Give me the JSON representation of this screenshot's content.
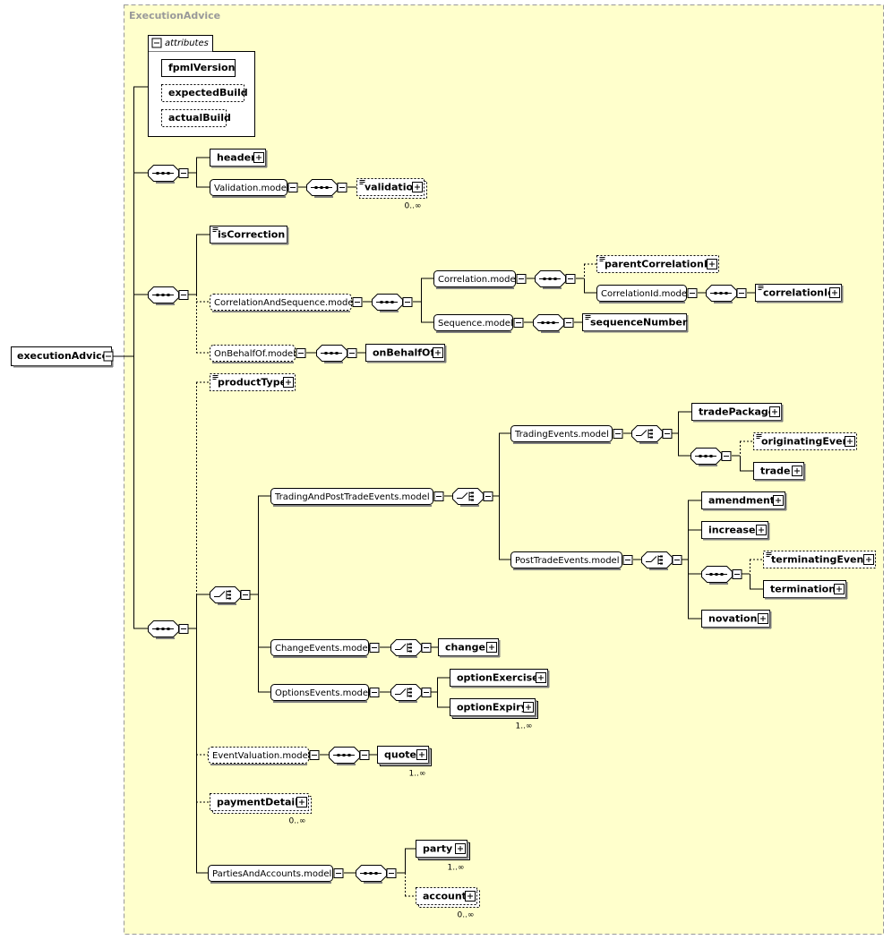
{
  "diagram": {
    "container_title": "ExecutionAdvice",
    "root": "executionAdvice",
    "attributes_label": "attributes",
    "attributes": [
      "fpmlVersion",
      "expectedBuild",
      "actualBuild"
    ],
    "elements": {
      "header": "header",
      "validation_model": "Validation.model",
      "validation": "validation",
      "validation_card": "0..∞",
      "isCorrection": "isCorrection",
      "correlation_and_sequence_model": "CorrelationAndSequence.model",
      "correlation_model": "Correlation.model",
      "parentCorrelationId": "parentCorrelationId",
      "correlationId_model": "CorrelationId.model",
      "correlationId": "correlationId",
      "sequence_model": "Sequence.model",
      "sequenceNumber": "sequenceNumber",
      "onBehalfOf_model": "OnBehalfOf.model",
      "onBehalfOf": "onBehalfOf",
      "productType": "productType",
      "trading_and_post_trade_events_model": "TradingAndPostTradeEvents.model",
      "trading_events_model": "TradingEvents.model",
      "tradePackage": "tradePackage",
      "originatingEvent": "originatingEvent",
      "trade": "trade",
      "post_trade_events_model": "PostTradeEvents.model",
      "amendment": "amendment",
      "increase": "increase",
      "terminatingEvent": "terminatingEvent",
      "termination": "termination",
      "novation": "novation",
      "change_events_model": "ChangeEvents.model",
      "change": "change",
      "options_events_model": "OptionsEvents.model",
      "optionExercise": "optionExercise",
      "optionExpiry": "optionExpiry",
      "optionExpiry_card": "1..∞",
      "event_valuation_model": "EventValuation.model",
      "quote": "quote",
      "quote_card": "1..∞",
      "paymentDetails": "paymentDetails",
      "paymentDetails_card": "0..∞",
      "parties_and_accounts_model": "PartiesAndAccounts.model",
      "party": "party",
      "party_card": "1..∞",
      "account": "account",
      "account_card": "0..∞"
    }
  },
  "colors": {
    "container_fill": "#FFFFCC",
    "container_border": "#999999",
    "line": "#000000",
    "box_fill": "#FFFFFF"
  }
}
